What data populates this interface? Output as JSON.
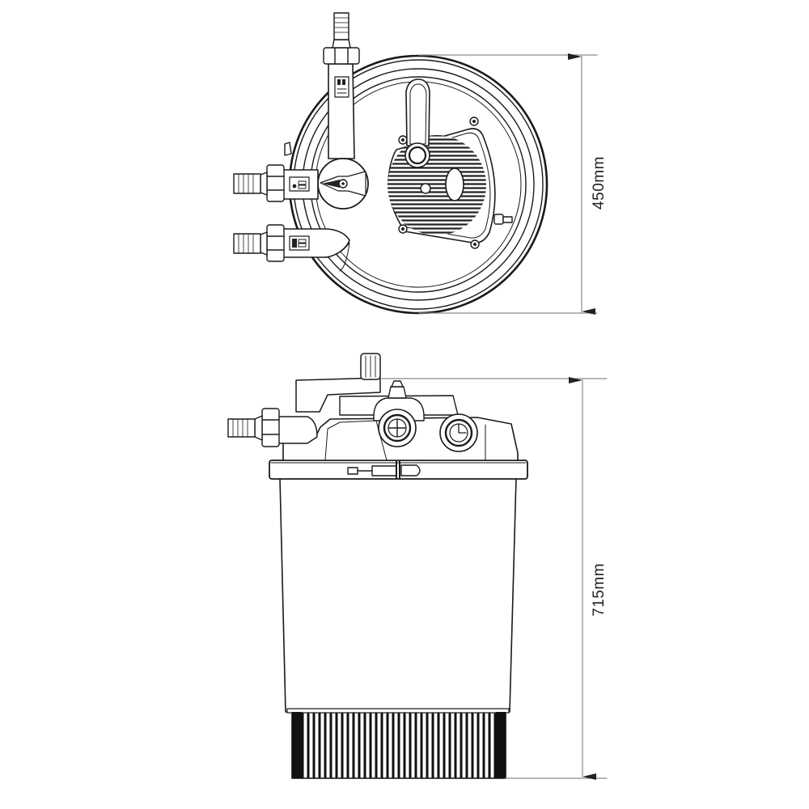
{
  "figure": {
    "subject": "Pressure filter technical drawing",
    "views": [
      {
        "id": "top-view",
        "label": "Top view"
      },
      {
        "id": "side-view",
        "label": "Side view"
      }
    ]
  },
  "dimensions": {
    "diameter": {
      "value": 450,
      "unit": "mm",
      "label": "450mm",
      "view": "top-view"
    },
    "height": {
      "value": 715,
      "unit": "mm",
      "label": "715mm",
      "view": "side-view"
    }
  },
  "colors": {
    "line": "#1a1a1a",
    "dimension_line": "#8a8a8a",
    "background": "#ffffff"
  }
}
